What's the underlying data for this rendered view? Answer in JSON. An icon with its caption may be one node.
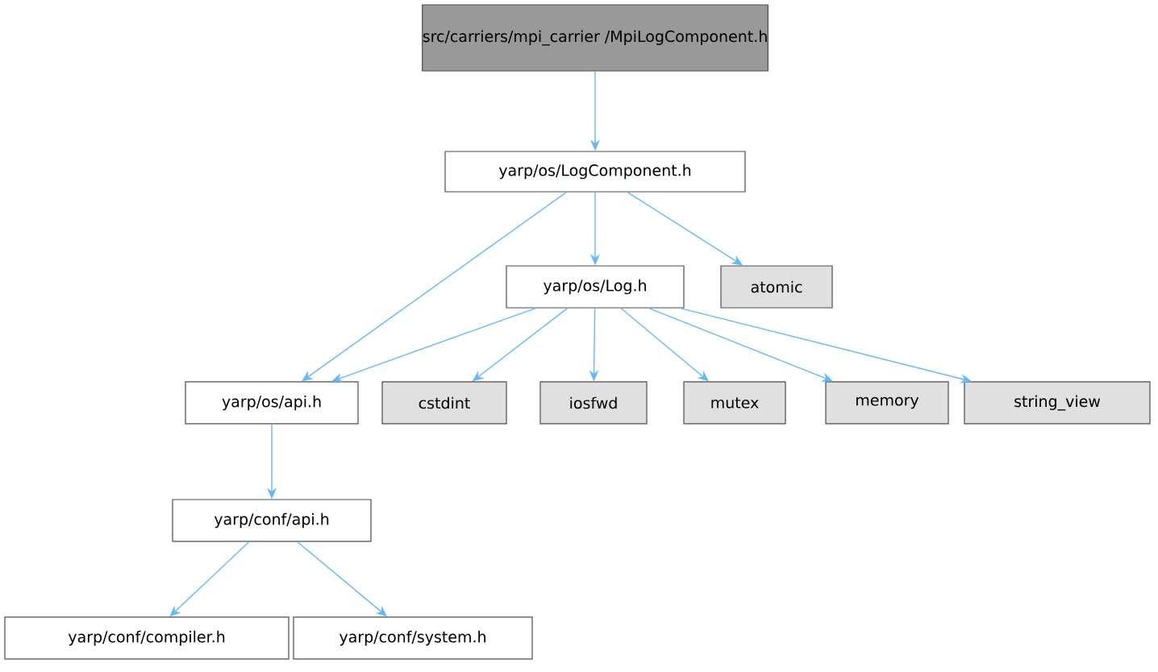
{
  "diagram": {
    "nodes": [
      {
        "text": [
          "src/carriers/mpi_carrier /MpiLogComponent.h"
        ]
      },
      {
        "text": [
          "yarp/os/LogComponent.h"
        ]
      },
      {
        "text": [
          "yarp/os/Log.h"
        ]
      },
      {
        "text": [
          "atomic"
        ]
      },
      {
        "text": [
          "yarp/os/api.h"
        ]
      },
      {
        "text": [
          "cstdint"
        ]
      },
      {
        "text": [
          "iosfwd"
        ]
      },
      {
        "text": [
          "mutex"
        ]
      },
      {
        "text": [
          "memory"
        ]
      },
      {
        "text": [
          "string_view"
        ]
      },
      {
        "text": [
          "yarp/conf/api.h"
        ]
      },
      {
        "text": [
          "yarp/conf/compiler.h"
        ]
      },
      {
        "text": [
          "yarp/conf/system.h"
        ]
      }
    ],
    "edges": [
      {
        "from": 0,
        "to": 1,
        "arrow": "to"
      },
      {
        "from": 1,
        "to": 2,
        "arrow": "to"
      },
      {
        "from": 1,
        "to": 4,
        "arrow": "to"
      },
      {
        "from": 1,
        "to": 3,
        "arrow": "to"
      },
      {
        "from": 2,
        "to": 4,
        "arrow": "to"
      },
      {
        "from": 2,
        "to": 5,
        "arrow": "to"
      },
      {
        "from": 2,
        "to": 6,
        "arrow": "to"
      },
      {
        "from": 2,
        "to": 7,
        "arrow": "to"
      },
      {
        "from": 2,
        "to": 8,
        "arrow": "to"
      },
      {
        "from": 2,
        "to": 9,
        "arrow": "to"
      },
      {
        "from": 4,
        "to": 10,
        "arrow": "to"
      },
      {
        "from": 10,
        "to": 11,
        "arrow": "to"
      },
      {
        "from": 10,
        "to": 12,
        "arrow": "to"
      }
    ]
  }
}
